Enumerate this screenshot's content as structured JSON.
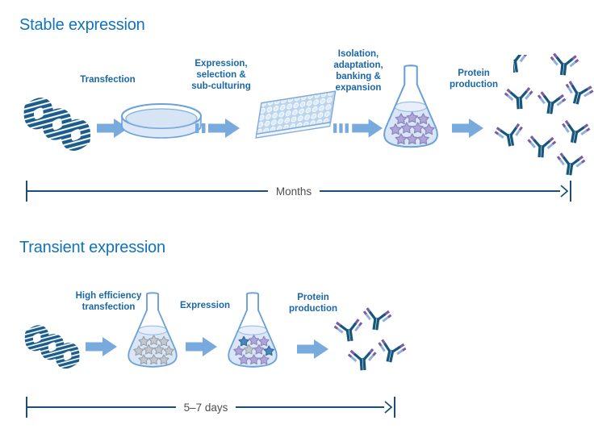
{
  "stable": {
    "title": "Stable expression",
    "timeline_label": "Months",
    "steps": {
      "transfection": "Transfection",
      "expression_selection": "Expression,\nselection &\nsub-culturing",
      "isolation": "Isolation,\nadaptation,\nbanking &\nexpansion",
      "protein_production": "Protein\nproduction"
    },
    "antibody_count": 9
  },
  "transient": {
    "title": "Transient expression",
    "timeline_label": "5–7 days",
    "steps": {
      "high_efficiency_transfection": "High efficiency\ntransfection",
      "expression": "Expression",
      "protein_production": "Protein\nproduction"
    },
    "antibody_count": 4
  },
  "icons": {
    "dna": "dna-double-helix",
    "petri_dish": "petri-dish",
    "microplate": "96-well-microplate",
    "flask": "erlenmeyer-shake-flask",
    "cell_star": "cell-star",
    "antibody": "igg-antibody",
    "block_arrow": "right-block-arrow",
    "dashed_arrow": "segmented-right-arrow"
  },
  "colors": {
    "title_blue": "#1173ba",
    "label_blue": "#1a67a8",
    "arrow_blue": "#79aadd",
    "outline_blue": "#6aa1d8",
    "liquid_blue": "#d9e6f6",
    "dna_navy": "#1b5c8a",
    "timeline_navy": "#1c4f74",
    "timeline_text_gray": "#4e4e50",
    "star_purple": "#aea7d6",
    "star_gray": "#c3c8ce",
    "star_blue": "#4e86bb",
    "antibody_navy": "#17567d",
    "antibody_light_blue": "#8fb0dd",
    "antibody_purple": "#7a5da5"
  }
}
